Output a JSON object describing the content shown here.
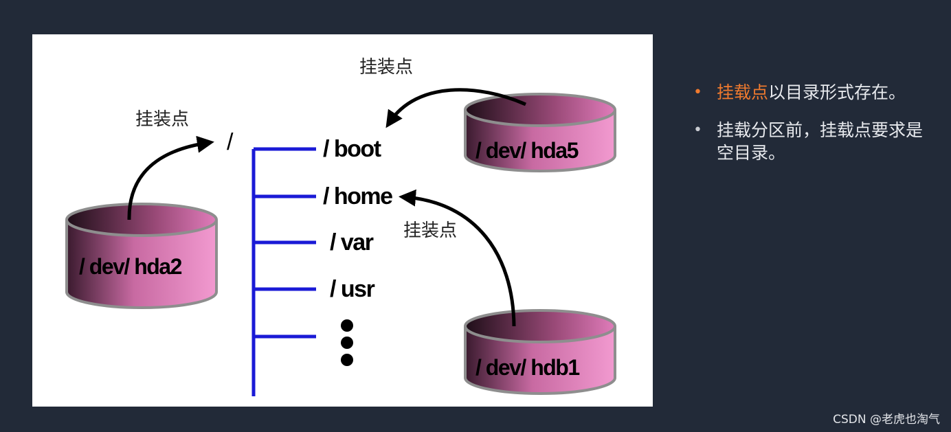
{
  "diagram": {
    "root_label": "/",
    "mount_point_label": "挂装点",
    "directories": [
      "/ boot",
      "/ home",
      "/ var",
      "/ usr"
    ],
    "disks": {
      "hda2": "/ dev/ hda2",
      "hda5": "/ dev/ hda5",
      "hdb1": "/ dev/ hdb1"
    },
    "colors": {
      "tree_line": "#1a1ad6",
      "disk_fill_light": "#ec92c6",
      "disk_fill_dark": "#3a1a2e",
      "disk_outline": "#8e8e8e"
    }
  },
  "notes": {
    "item1_highlight": "挂载点",
    "item1_rest": "以目录形式存在。",
    "item2": "挂载分区前，挂载点要求是空目录。"
  },
  "colors": {
    "background": "#222a38",
    "accent": "#f07a2e"
  },
  "watermark": "CSDN @老虎也淘气"
}
